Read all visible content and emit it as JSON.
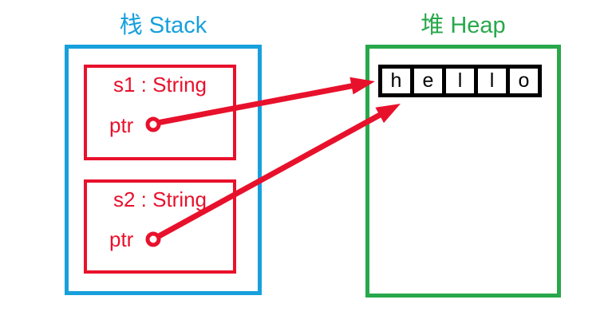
{
  "diagram": {
    "stack": {
      "title": "栈 Stack",
      "frames": [
        {
          "label": "s1 : String",
          "field": "ptr"
        },
        {
          "label": "s2 : String",
          "field": "ptr"
        }
      ]
    },
    "heap": {
      "title": "堆 Heap",
      "cells": [
        "h",
        "e",
        "l",
        "l",
        "o"
      ]
    },
    "pointers": [
      {
        "from": "s1.ptr",
        "to": "hello-string"
      },
      {
        "from": "s2.ptr",
        "to": "hello-string"
      }
    ],
    "colors": {
      "stack_blue": "#18A0DC",
      "heap_green": "#28A84B",
      "pointer_red": "#E8112C",
      "cell_border_black": "#000000"
    }
  }
}
